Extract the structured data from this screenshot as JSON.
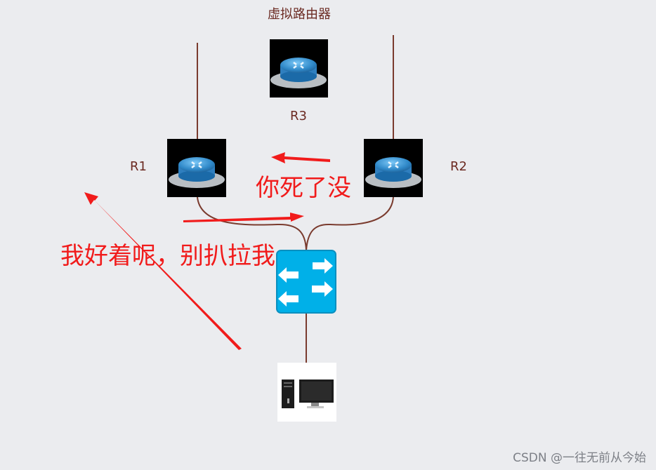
{
  "labels": {
    "virtual_router": "虚拟路由器",
    "r3": "R3",
    "r1": "R1",
    "r2": "R2"
  },
  "annotations": {
    "top_note": "你死了没",
    "left_note": "我好着呢，别扒拉我"
  },
  "watermark": "CSDN @一往无前从今始",
  "colors": {
    "background": "#ebecef",
    "link": "#7a3b2e",
    "annotation": "#f11b1b",
    "switch": "#00b0e8"
  },
  "icons": {
    "router": "router-icon",
    "switch": "switch-icon",
    "pc": "pc-icon"
  }
}
